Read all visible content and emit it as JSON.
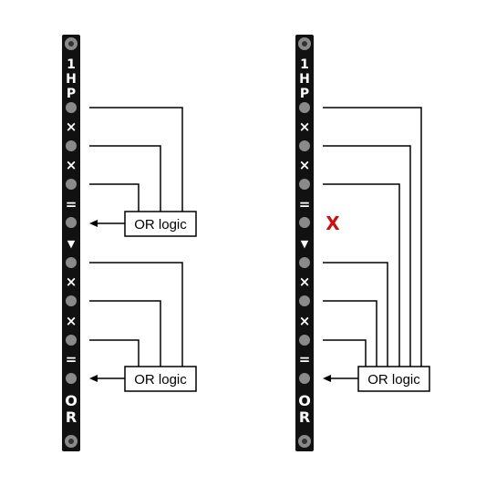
{
  "modules": [
    {
      "id": "left",
      "label_top": "1HP",
      "label_bottom": "OR",
      "logic_boxes": [
        {
          "label": "OR logic"
        },
        {
          "label": "OR logic"
        }
      ]
    },
    {
      "id": "right",
      "label_top": "1HP",
      "label_bottom": "OR",
      "disabled_mark": "X",
      "logic_boxes": [
        {
          "label": "OR logic"
        }
      ]
    }
  ],
  "panel_glyphs": {
    "combine": "×",
    "equals": "=",
    "arrow_down": "▼"
  },
  "colors": {
    "panel": "#111111",
    "jack": "#8a8a8a",
    "line": "#000000",
    "mark": "#cc1111"
  }
}
